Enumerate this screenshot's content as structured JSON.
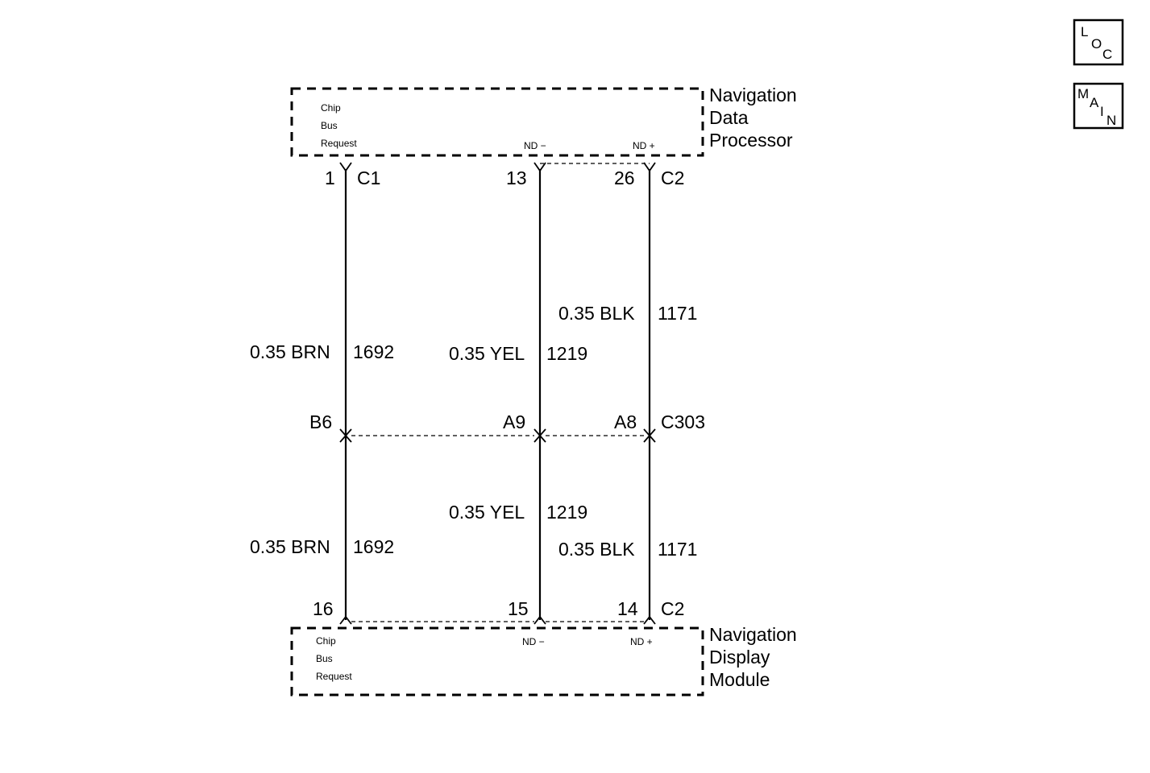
{
  "icons": {
    "loc": [
      "L",
      "O",
      "C"
    ],
    "main": [
      "M",
      "A",
      "I",
      "N"
    ]
  },
  "top_module": {
    "name_lines": [
      "Navigation",
      "Data",
      "Processor"
    ],
    "pin_label_lines": [
      "Chip",
      "Bus",
      "Request"
    ],
    "nd_minus": "ND −",
    "nd_plus": "ND +"
  },
  "bottom_module": {
    "name_lines": [
      "Navigation",
      "Display",
      "Module"
    ],
    "pin_label_lines": [
      "Chip",
      "Bus",
      "Request"
    ],
    "nd_minus": "ND −",
    "nd_plus": "ND +"
  },
  "top_connectors": {
    "left_pin": "1",
    "left_conn": "C1",
    "mid_pin": "13",
    "right_pin": "26",
    "right_conn": "C2"
  },
  "inline_connector": {
    "left_pin": "B6",
    "mid_pin": "A9",
    "right_pin": "A8",
    "name": "C303"
  },
  "bottom_connectors": {
    "left_pin": "16",
    "mid_pin": "15",
    "right_pin": "14",
    "right_conn": "C2"
  },
  "wires": {
    "upper": [
      {
        "gauge_color": "0.35 BRN",
        "circuit": "1692"
      },
      {
        "gauge_color": "0.35 YEL",
        "circuit": "1219"
      },
      {
        "gauge_color": "0.35 BLK",
        "circuit": "1171"
      }
    ],
    "lower": [
      {
        "gauge_color": "0.35 BRN",
        "circuit": "1692"
      },
      {
        "gauge_color": "0.35 YEL",
        "circuit": "1219"
      },
      {
        "gauge_color": "0.35 BLK",
        "circuit": "1171"
      }
    ]
  }
}
